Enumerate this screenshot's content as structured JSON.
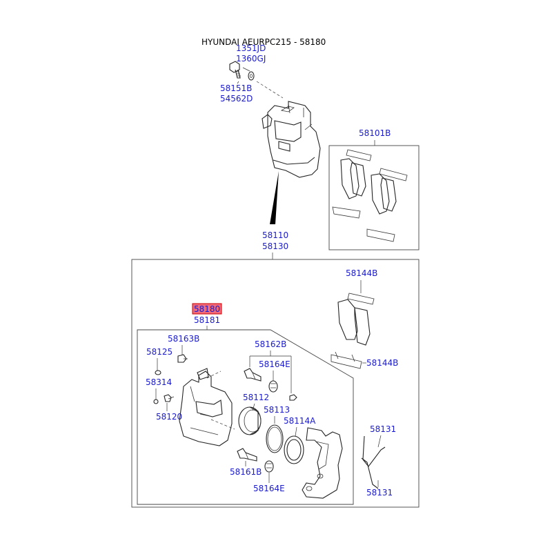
{
  "header": {
    "title": "HYUNDAI AEURPC215 - 58180"
  },
  "labels": {
    "p1351jd": "1351JD",
    "p1360gj": "1360GJ",
    "p58151b": "58151B",
    "p54562d": "54562D",
    "p58101b": "58101B",
    "p58110": "58110",
    "p58130": "58130",
    "p58144b_top": "58144B",
    "p58144b_bottom": "58144B",
    "p58180": "58180",
    "p58181": "58181",
    "p58163b": "58163B",
    "p58125": "58125",
    "p58314": "58314",
    "p58120": "58120",
    "p58162b": "58162B",
    "p58164e_top": "58164E",
    "p58112": "58112",
    "p58113": "58113",
    "p58114a": "58114A",
    "p58161b": "58161B",
    "p58164e_bottom": "58164E",
    "p58131_top": "58131",
    "p58131_bottom": "58131"
  },
  "colors": {
    "label": "#1a1acc",
    "highlight": "#f06a7a",
    "line": "#222222"
  }
}
